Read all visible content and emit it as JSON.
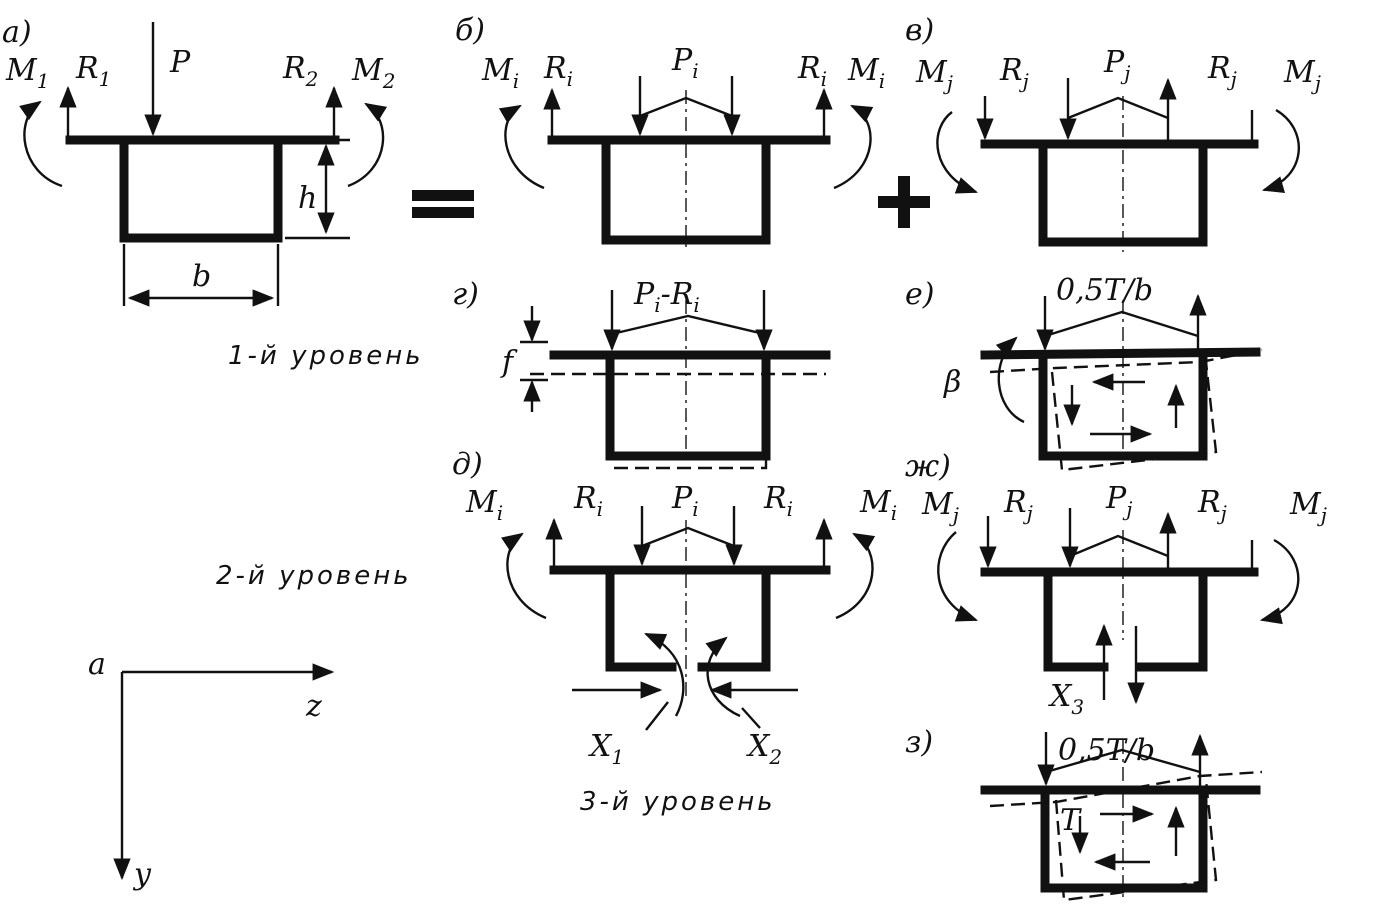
{
  "panels": {
    "a": "a)",
    "b": "б)",
    "v": "в)",
    "g": "г)",
    "d": "д)",
    "e": "е)",
    "zh": "ж)",
    "z": "з)",
    "axes": "a"
  },
  "operators": {
    "equals": "=",
    "plus": "+"
  },
  "levels": {
    "first": "1-й уровень",
    "second": "2-й уровень",
    "third": "3-й уровень"
  },
  "symbols": {
    "M": "M",
    "R": "R",
    "P": "P",
    "X": "X",
    "h": "h",
    "b": "b",
    "f": "f",
    "beta": "β",
    "T": "T",
    "y": "y",
    "z": "z",
    "sub1": "1",
    "sub2": "2",
    "sub3": "3",
    "subi": "i",
    "subj": "j",
    "pi_minus_ri": "P",
    "minus": "-",
    "half_torque": "0,5T/b"
  }
}
